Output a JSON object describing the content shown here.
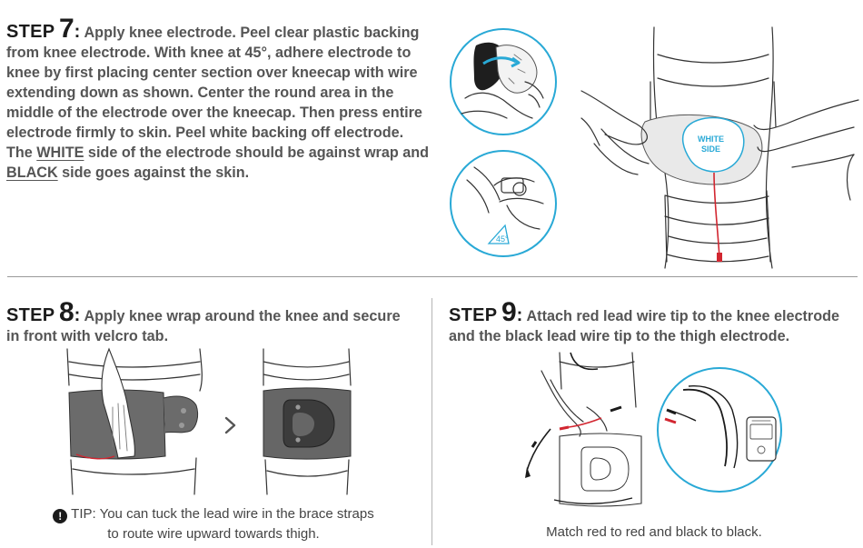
{
  "step7": {
    "word": "STEP",
    "number": "7",
    "colon": ":",
    "text_a": " Apply knee electrode. Peel clear plastic backing from knee electrode. With knee at 45°, adhere electrode to knee by first placing center section over kneecap with wire extending down as shown. Center the round area in the middle of the electrode over the kneecap. Then press entire electrode firmly to skin. Peel white backing off electrode. The ",
    "white_word": "WHITE",
    "text_b": " side of the electrode should be against wrap and ",
    "black_word": "BLACK",
    "text_c": " side goes against the skin.",
    "angle_label": "45°",
    "electrode_label_line1": "WHITE",
    "electrode_label_line2": "SIDE"
  },
  "step8": {
    "word": "STEP",
    "number": "8",
    "colon": ":",
    "text": " Apply knee wrap around the knee and secure in front with velcro tab.",
    "tip_label": "TIP:",
    "tip_text_line1": " You can tuck the lead wire in the brace straps",
    "tip_text_line2": "to route wire upward towards thigh."
  },
  "step9": {
    "word": "STEP",
    "number": "9",
    "colon": ":",
    "text": " Attach red lead wire tip to the knee electrode and the black lead wire tip to the thigh electrode.",
    "caption": "Match red to red and black to black."
  },
  "colors": {
    "accent_blue": "#29a9d6",
    "wire_red": "#d22630",
    "heading": "#1b1b1b",
    "body": "#555555"
  }
}
